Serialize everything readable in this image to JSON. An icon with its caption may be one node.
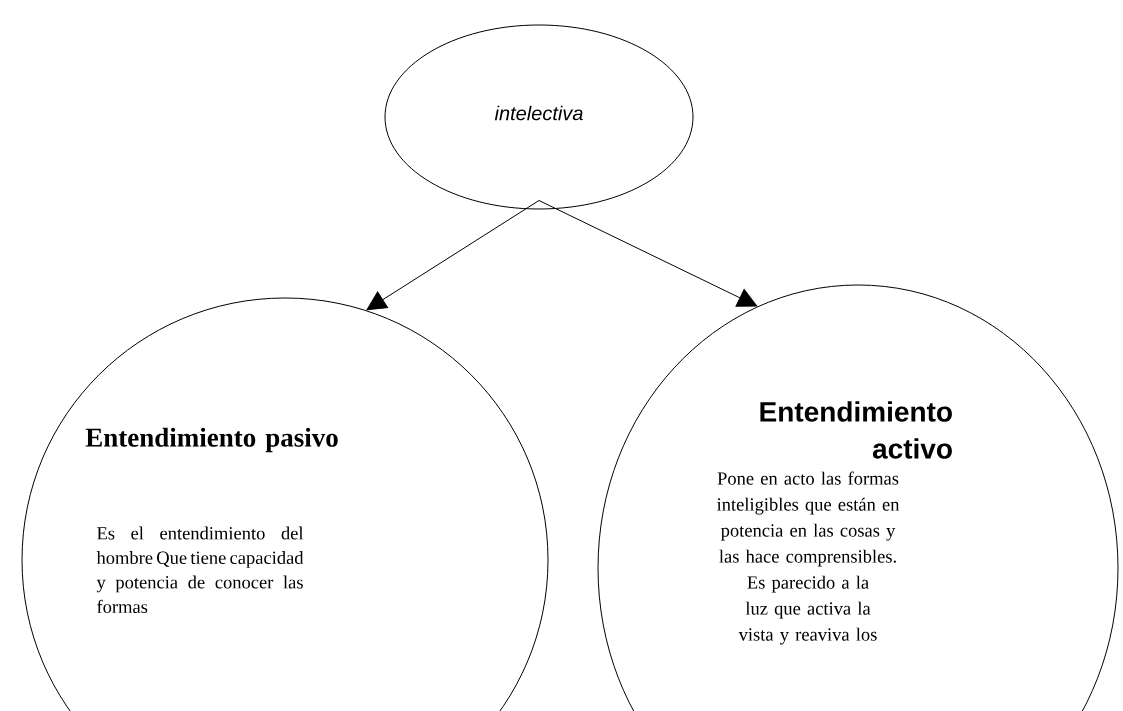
{
  "diagram": {
    "nodes": [
      {
        "text": [
          "intelectiva"
        ]
      },
      {
        "text": [
          "Entendimiento pasivo",
          "Es el entendimiento del hombre Que tiene capacidad y potencia de conocer las formas"
        ]
      },
      {
        "text": [
          "Entendimiento activo",
          "Pone en acto las formas inteligibles que están en potencia en las cosas y las hace comprensibles. Es parecido a la luz que activa la vista y reaviva los"
        ]
      }
    ],
    "edges": [
      {
        "from": 0,
        "to": 1,
        "arrow": "to"
      },
      {
        "from": 0,
        "to": 2,
        "arrow": "to"
      }
    ]
  }
}
